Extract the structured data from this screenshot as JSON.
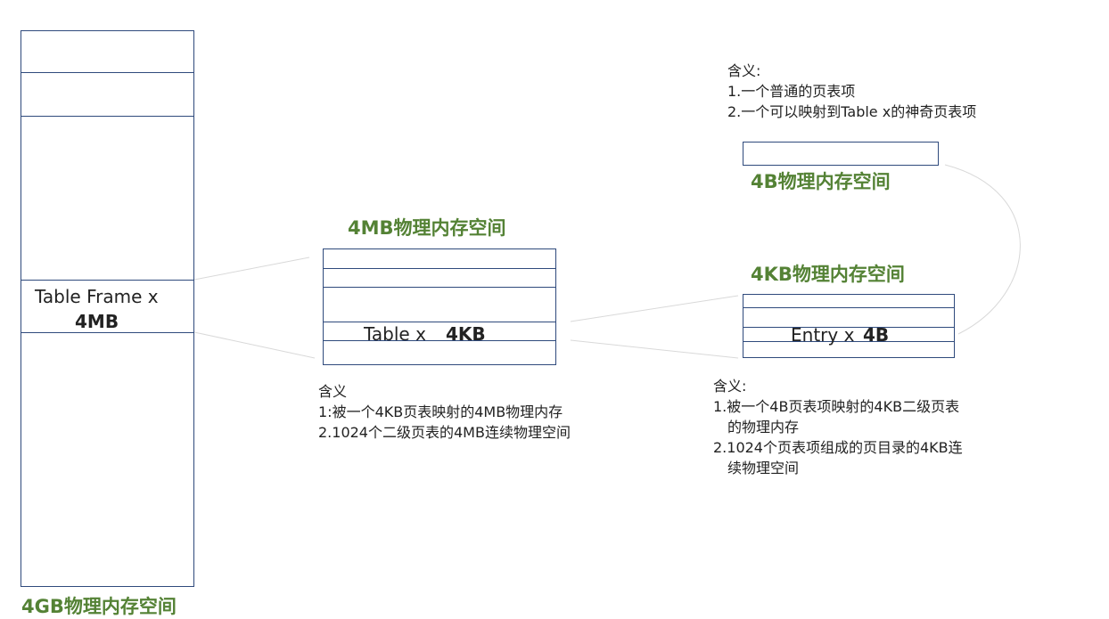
{
  "colors": {
    "title_green": "#548235",
    "size_blue": "#2f5597",
    "border": "#2f4a7c",
    "link": "#d9d9d9"
  },
  "space_4gb": {
    "title": "4GB物理内存空间",
    "row_label": "Table Frame x",
    "row_size": "4MB"
  },
  "space_4mb": {
    "title": "4MB物理内存空间",
    "row_label": "Table x",
    "row_size": "4KB",
    "meaning_title": "含义",
    "meaning_lines": [
      "1:被一个4KB页表映射的4MB物理内存",
      "2.1024个二级页表的4MB连续物理空间"
    ]
  },
  "space_4kb": {
    "title": "4KB物理内存空间",
    "row_label": "Entry x",
    "row_size": "4B",
    "meaning_title": "含义:",
    "meaning_lines": [
      "1.被一个4B页表项映射的4KB二级页表",
      "的物理内存",
      "2.1024个页表项组成的页目录的4KB连",
      "续物理空间"
    ]
  },
  "space_4b": {
    "title": "4B物理内存空间",
    "meaning_title": "含义:",
    "meaning_lines": [
      "1.一个普通的页表项",
      "2.一个可以映射到Table x的神奇页表项"
    ]
  }
}
